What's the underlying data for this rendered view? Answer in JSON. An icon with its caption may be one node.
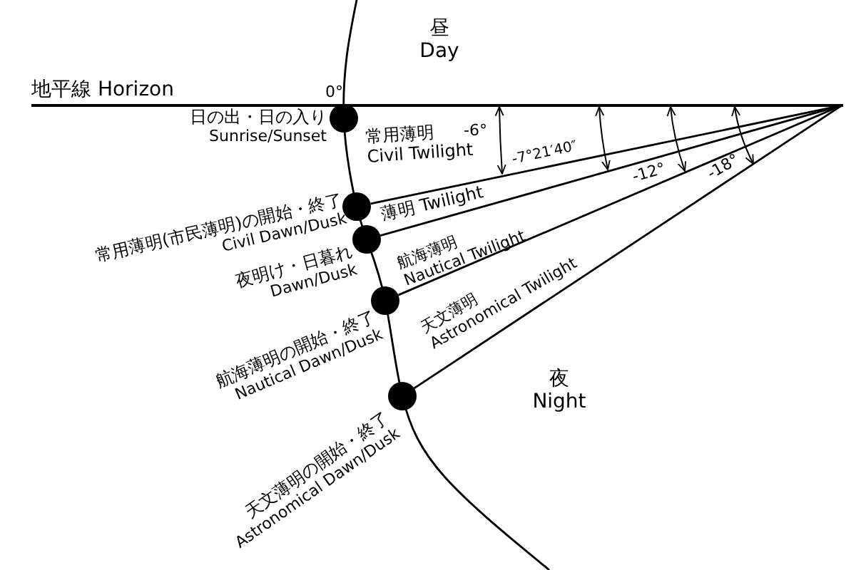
{
  "diagram": {
    "nodes": [
      {
        "text": [],
        "shape": "circle",
        "beside": [
          "日の出・日の入り",
          "Sunrise/Sunset"
        ]
      },
      {
        "text": [],
        "shape": "circle",
        "beside": [
          "常用薄明(市民薄明)の開始・終了",
          "Civil Dawn/Dusk"
        ]
      },
      {
        "text": [],
        "shape": "circle",
        "beside": [
          "夜明け・日暮れ",
          "Dawn/Dusk"
        ]
      },
      {
        "text": [],
        "shape": "circle",
        "beside": [
          "航海薄明の開始・終了",
          "Nautical Dawn/Dusk"
        ]
      },
      {
        "text": [],
        "shape": "circle",
        "beside": [
          "天文薄明の開始・終了",
          "Astronomical Dawn/Dusk"
        ]
      },
      {
        "text": [],
        "shape": "point"
      }
    ],
    "edges": [
      {
        "from": 1,
        "to": 5,
        "arrow": "none"
      },
      {
        "from": 2,
        "to": 5,
        "arrow": "none"
      },
      {
        "from": 3,
        "to": 5,
        "arrow": "none"
      },
      {
        "from": 4,
        "to": 5,
        "arrow": "none"
      }
    ],
    "labels": [
      "昼",
      "Day",
      "地平線 Horizon",
      "0°",
      "常用薄明",
      "Civil Twilight",
      "-6°",
      "薄明 Twilight",
      "-7°21′40″",
      "-12°",
      "-18°",
      "航海薄明",
      "Nautical Twilight",
      "天文薄明",
      "Astronomical Twilight",
      "夜",
      "Night"
    ]
  }
}
